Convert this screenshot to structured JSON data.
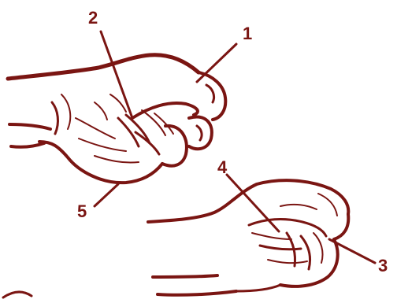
{
  "colors": {
    "ink": "#7a1512",
    "background": "#ffffff"
  },
  "figure": {
    "upper_hand": "clenched-fist-drawing",
    "lower_hand": "relaxed-curled-hand-drawing"
  },
  "labels": {
    "l1": "1",
    "l2": "2",
    "l3": "3",
    "l4": "4",
    "l5": "5"
  }
}
